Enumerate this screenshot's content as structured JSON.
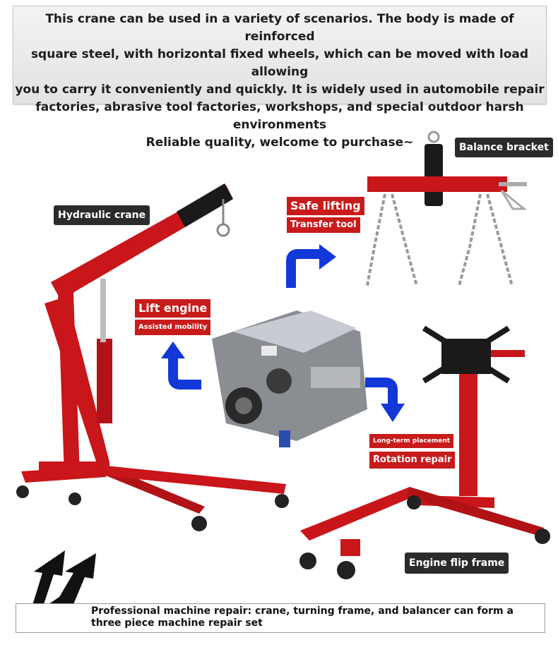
{
  "intro": {
    "lines": [
      "This crane can be used in a variety of scenarios. The body is made of reinforced",
      "square steel, with horizontal fixed wheels, which can be moved with load allowing",
      "you to carry it conveniently and quickly. It is widely used in automobile repair",
      "factories, abrasive tool factories, workshops, and special outdoor harsh environments",
      "Reliable quality, welcome to purchase~"
    ]
  },
  "labels": {
    "hydraulic_crane": "Hydraulic crane",
    "balance_bracket": "Balance bracket",
    "engine_flip_frame": "Engine flip frame",
    "safe_lifting": "Safe lifting",
    "transfer_tool": "Transfer tool",
    "lift_engine": "Lift engine",
    "assisted_mobility": "Assisted mobility",
    "long_term_placement": "Long-term placement",
    "rotation_repair": "Rotation repair"
  },
  "footer": {
    "text": "Professional machine repair: crane, turning frame, and balancer can form a three piece machine repair set"
  },
  "colors": {
    "frame_red": "#c8161b",
    "arrow_blue": "#1238d8",
    "label_dark": "#2b2b2b",
    "label_red": "#c81b1b"
  }
}
